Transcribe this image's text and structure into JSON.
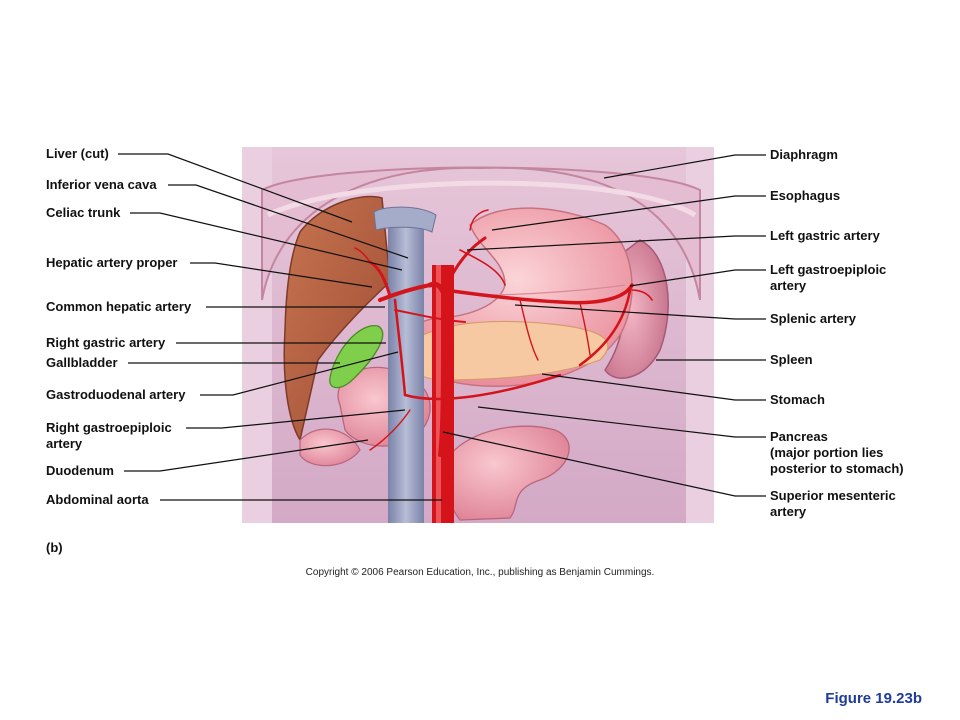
{
  "figure": {
    "panel_letter": "(b)",
    "copyright": "Copyright © 2006 Pearson Education, Inc., publishing as Benjamin Cummings.",
    "figure_number": "Figure 19.23b"
  },
  "labels_left": [
    "Liver (cut)",
    "Inferior vena cava",
    "Celiac trunk",
    "Hepatic artery proper",
    "Common hepatic artery",
    "Right gastric artery",
    "Gallbladder",
    "Gastroduodenal artery",
    "Right gastroepiploic\nartery",
    "Duodenum",
    "Abdominal aorta"
  ],
  "labels_right": [
    "Diaphragm",
    "Esophagus",
    "Left gastric artery",
    "Left gastroepiploic\nartery",
    "Splenic artery",
    "Spleen",
    "Stomach",
    "Pancreas\n(major portion lies\nposterior to stomach)",
    "Superior mesenteric\nartery"
  ],
  "colors": {
    "artery": "#d4141a",
    "vein": "#8d95b8",
    "liver": "#b5603f",
    "gallbladder": "#7fcf4c",
    "stomach": "#f2a7b0",
    "pancreas": "#f7c9a2",
    "background_tissue": "#d9b6cf"
  }
}
